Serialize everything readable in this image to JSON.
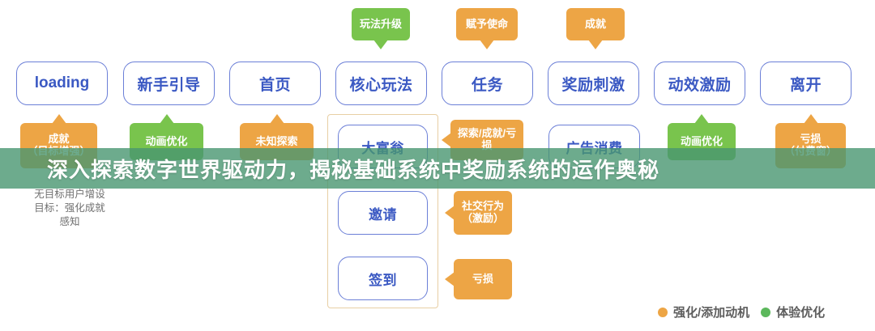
{
  "diagram": {
    "title_banner": {
      "text": "深入探索数字世界驱动力，揭秘基础系统中奖励系统的运作奥秘",
      "background_color": "#489670"
    },
    "flow_nodes": [
      {
        "label": "loading",
        "kind": "latin"
      },
      {
        "label": "新手引导",
        "kind": "cjk"
      },
      {
        "label": "首页",
        "kind": "cjk"
      },
      {
        "label": "核心玩法",
        "kind": "cjk"
      },
      {
        "label": "任务",
        "kind": "cjk"
      },
      {
        "label": "奖励刺激",
        "kind": "cjk"
      },
      {
        "label": "动效激励",
        "kind": "cjk"
      },
      {
        "label": "离开",
        "kind": "cjk"
      }
    ],
    "group_nodes": [
      {
        "label": "大富翁"
      },
      {
        "label": "邀请"
      },
      {
        "label": "签到"
      }
    ],
    "other_nodes": [
      {
        "label": "广告消费"
      }
    ],
    "tags_above": [
      {
        "label": "玩法升级",
        "color": "green",
        "color_hex": "#79c44d"
      },
      {
        "label": "赋予使命",
        "color": "orange",
        "color_hex": "#eda545"
      },
      {
        "label": "成就",
        "color": "orange",
        "color_hex": "#eda545"
      }
    ],
    "tags_below": [
      {
        "label": "成就\n（目标增强）",
        "color": "orange",
        "color_hex": "#eda545"
      },
      {
        "label": "动画优化",
        "color": "green",
        "color_hex": "#79c44d"
      },
      {
        "label": "未知探索",
        "color": "orange",
        "color_hex": "#eda545"
      },
      {
        "label": "动画优化",
        "color": "green",
        "color_hex": "#79c44d"
      },
      {
        "label": "亏损\n（付费窗）",
        "color": "orange",
        "color_hex": "#eda545"
      }
    ],
    "tags_side": [
      {
        "label": "探索/成就/亏损",
        "color": "orange",
        "color_hex": "#eda545"
      },
      {
        "label": "社交行为\n（激励）",
        "color": "orange",
        "color_hex": "#eda545"
      },
      {
        "label": "亏损",
        "color": "orange",
        "color_hex": "#eda545"
      }
    ],
    "annotation": {
      "text": "无目标用户增设\n目标：强化成就\n感知"
    },
    "legend": {
      "items": [
        {
          "label": "强化/添加动机",
          "color_hex": "#eda545"
        },
        {
          "label": "体验优化",
          "color_hex": "#5cb85c"
        }
      ]
    }
  }
}
